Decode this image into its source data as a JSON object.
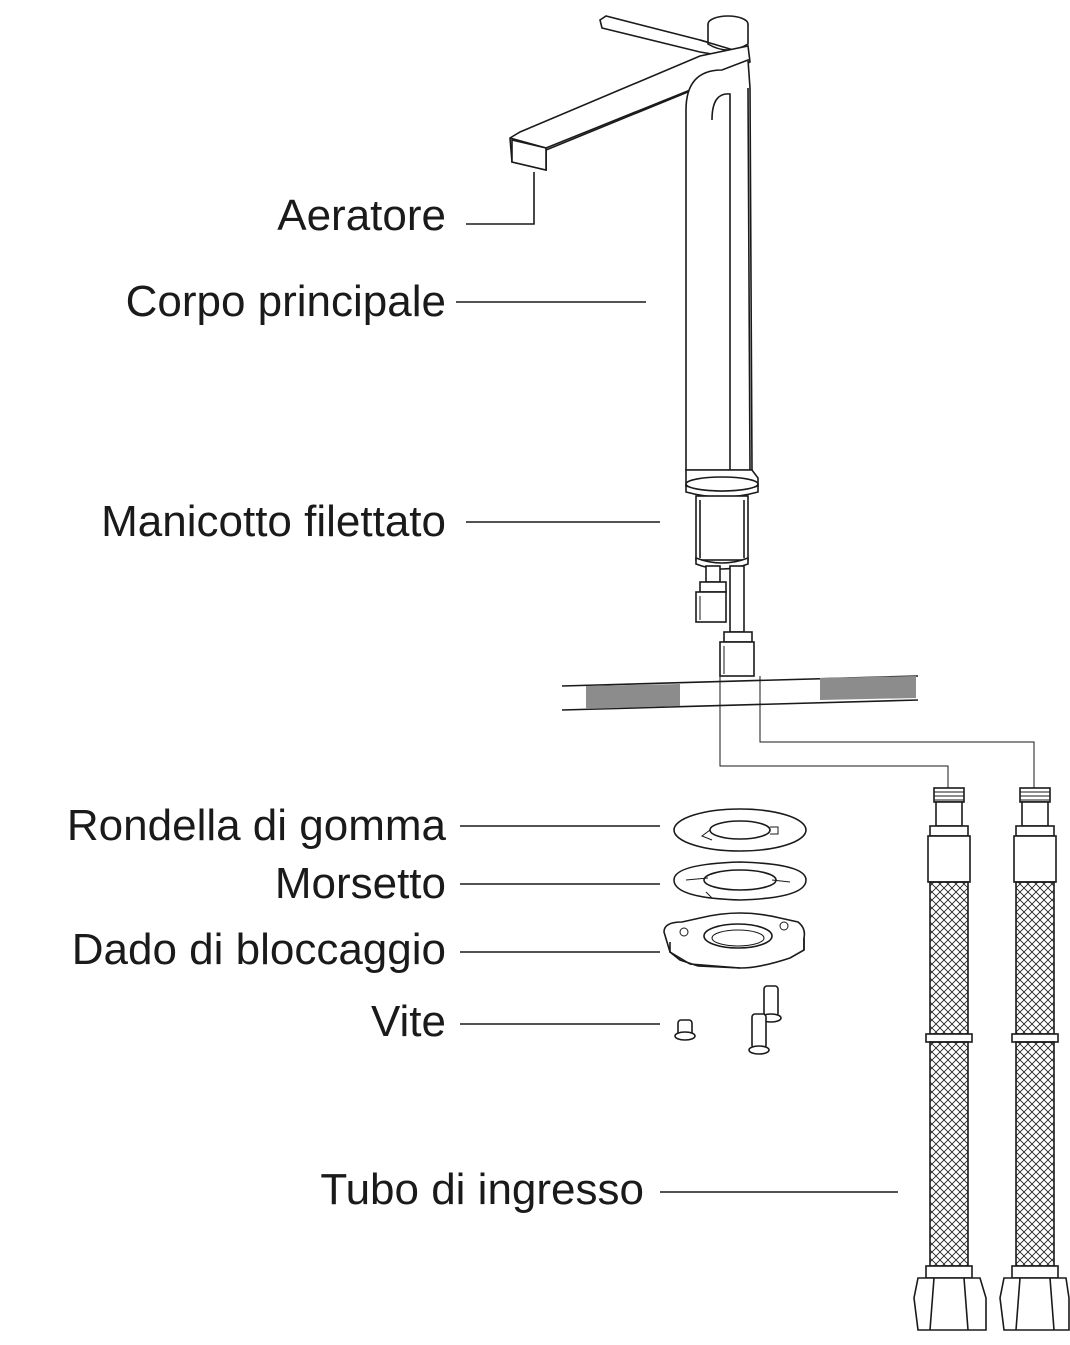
{
  "labels": {
    "aeratore": "Aeratore",
    "corpo": "Corpo principale",
    "manicotto": "Manicotto filettato",
    "rondella": "Rondella di gomma",
    "morsetto": "Morsetto",
    "dado": "Dado di bloccaggio",
    "vite": "Vite",
    "tubo": "Tubo di ingresso"
  },
  "colors": {
    "ink": "#1a1a1a",
    "countertop_fill": "#8c8c8c",
    "background": "#ffffff"
  }
}
